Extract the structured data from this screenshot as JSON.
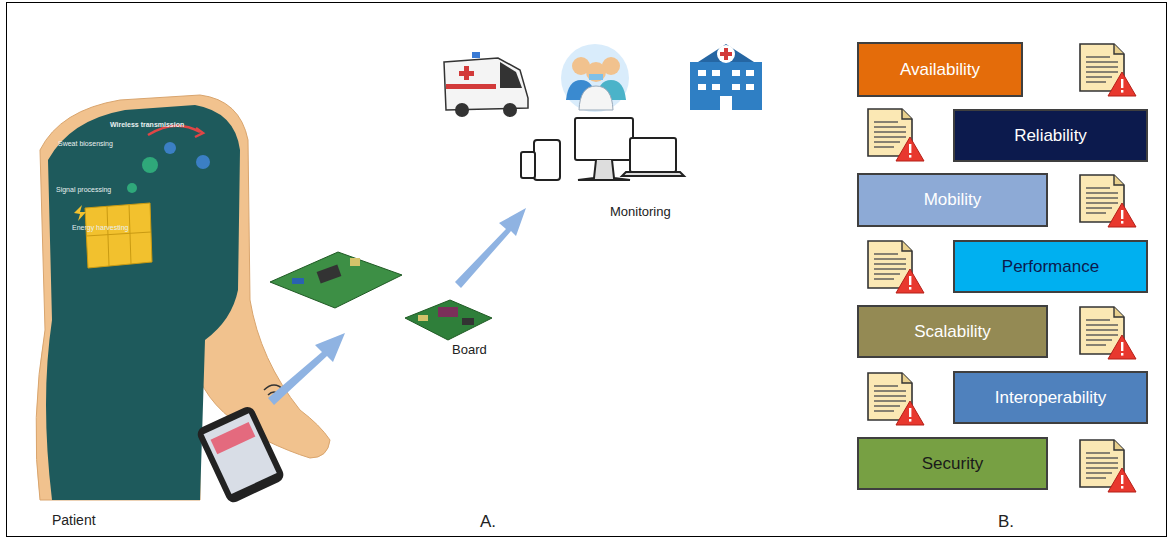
{
  "diagram": {
    "nodes": [
      {
        "text": [
          "Availability"
        ]
      },
      {
        "text": [
          "Reliability"
        ]
      },
      {
        "text": [
          "Mobility"
        ]
      },
      {
        "text": [
          "Performance"
        ]
      },
      {
        "text": [
          "Scalability"
        ]
      },
      {
        "text": [
          "Interoperability"
        ]
      },
      {
        "text": [
          "Security"
        ]
      }
    ],
    "labels": [
      "Sweat biosensing",
      "Wireless transmission",
      "Signal processing",
      "Energy harvesting",
      "Patient",
      "Board",
      "Monitoring",
      "A.",
      "B."
    ]
  }
}
